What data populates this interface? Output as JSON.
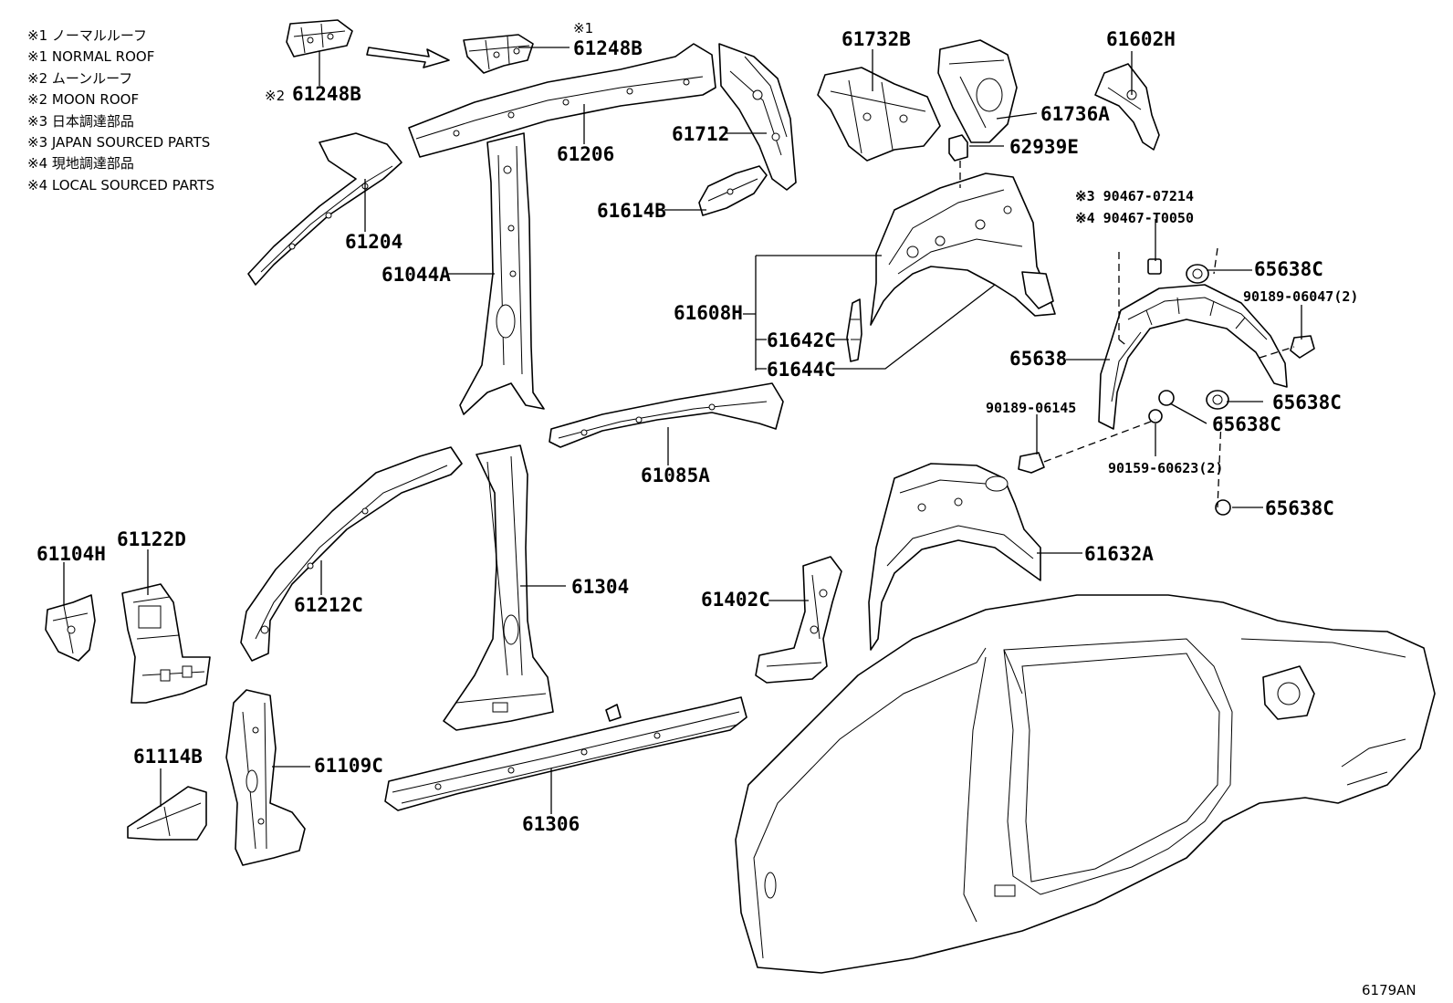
{
  "legend": [
    "※1 ノーマルルーフ",
    "※1 NORMAL ROOF",
    "※2 ムーンルーフ",
    "※2 MOON ROOF",
    "※3 日本調達部品",
    "※3 JAPAN SOURCED PARTS",
    "※4 現地調達部品",
    "※4 LOCAL SOURCED PARTS"
  ],
  "parts": {
    "p61248b_moon_mark": "※2",
    "p61248b_moon": "61248B",
    "p61248b_normal_mark": "※1",
    "p61248b_normal": "61248B",
    "p61204": "61204",
    "p61206": "61206",
    "p61044a": "61044A",
    "p61712": "61712",
    "p61732b": "61732B",
    "p61614b": "61614B",
    "p61736a": "61736A",
    "p62939e": "62939E",
    "p61602h": "61602H",
    "p90467_07214": "※3 90467-07214",
    "p90467_t0050": "※4 90467-T0050",
    "p65638c_a": "65638C",
    "p90189_06047": "90189-06047(2)",
    "p61608h": "61608H",
    "p61642c": "61642C",
    "p61644c": "61644C",
    "p65638": "65638",
    "p65638c_b": "65638C",
    "p65638c_c": "65638C",
    "p90189_06145": "90189-06145",
    "p90159_60623": "90159-60623(2)",
    "p65638c_d": "65638C",
    "p61085a": "61085A",
    "p61632a": "61632A",
    "p61304": "61304",
    "p61212c": "61212C",
    "p61104h": "61104H",
    "p61122d": "61122D",
    "p61402c": "61402C",
    "p61114b": "61114B",
    "p61109c": "61109C",
    "p61306": "61306"
  },
  "footer": "6179AN"
}
